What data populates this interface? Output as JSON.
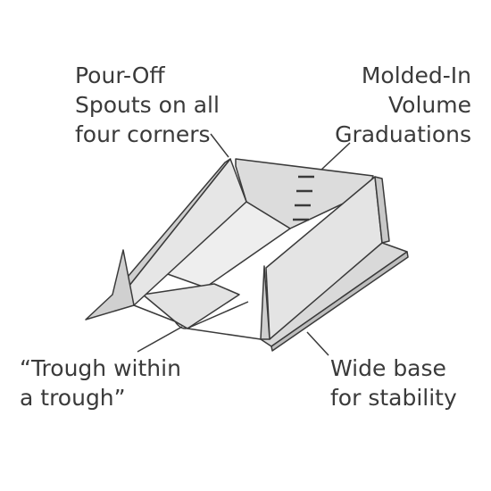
{
  "callouts": {
    "pour_off": "Pour-Off\nSpouts on all\nfour corners",
    "graduations": "Molded-In\nVolume\nGraduations",
    "trough": "“Trough within\na trough”",
    "base": "Wide base\nfor stability"
  },
  "colors": {
    "outline": "#3a3a3a",
    "face_light": "#e8e8e8",
    "face_mid": "#d7d7d7",
    "face_dark": "#c4c4c4",
    "floor": "#eeeeee"
  },
  "graduation_marks": 4
}
